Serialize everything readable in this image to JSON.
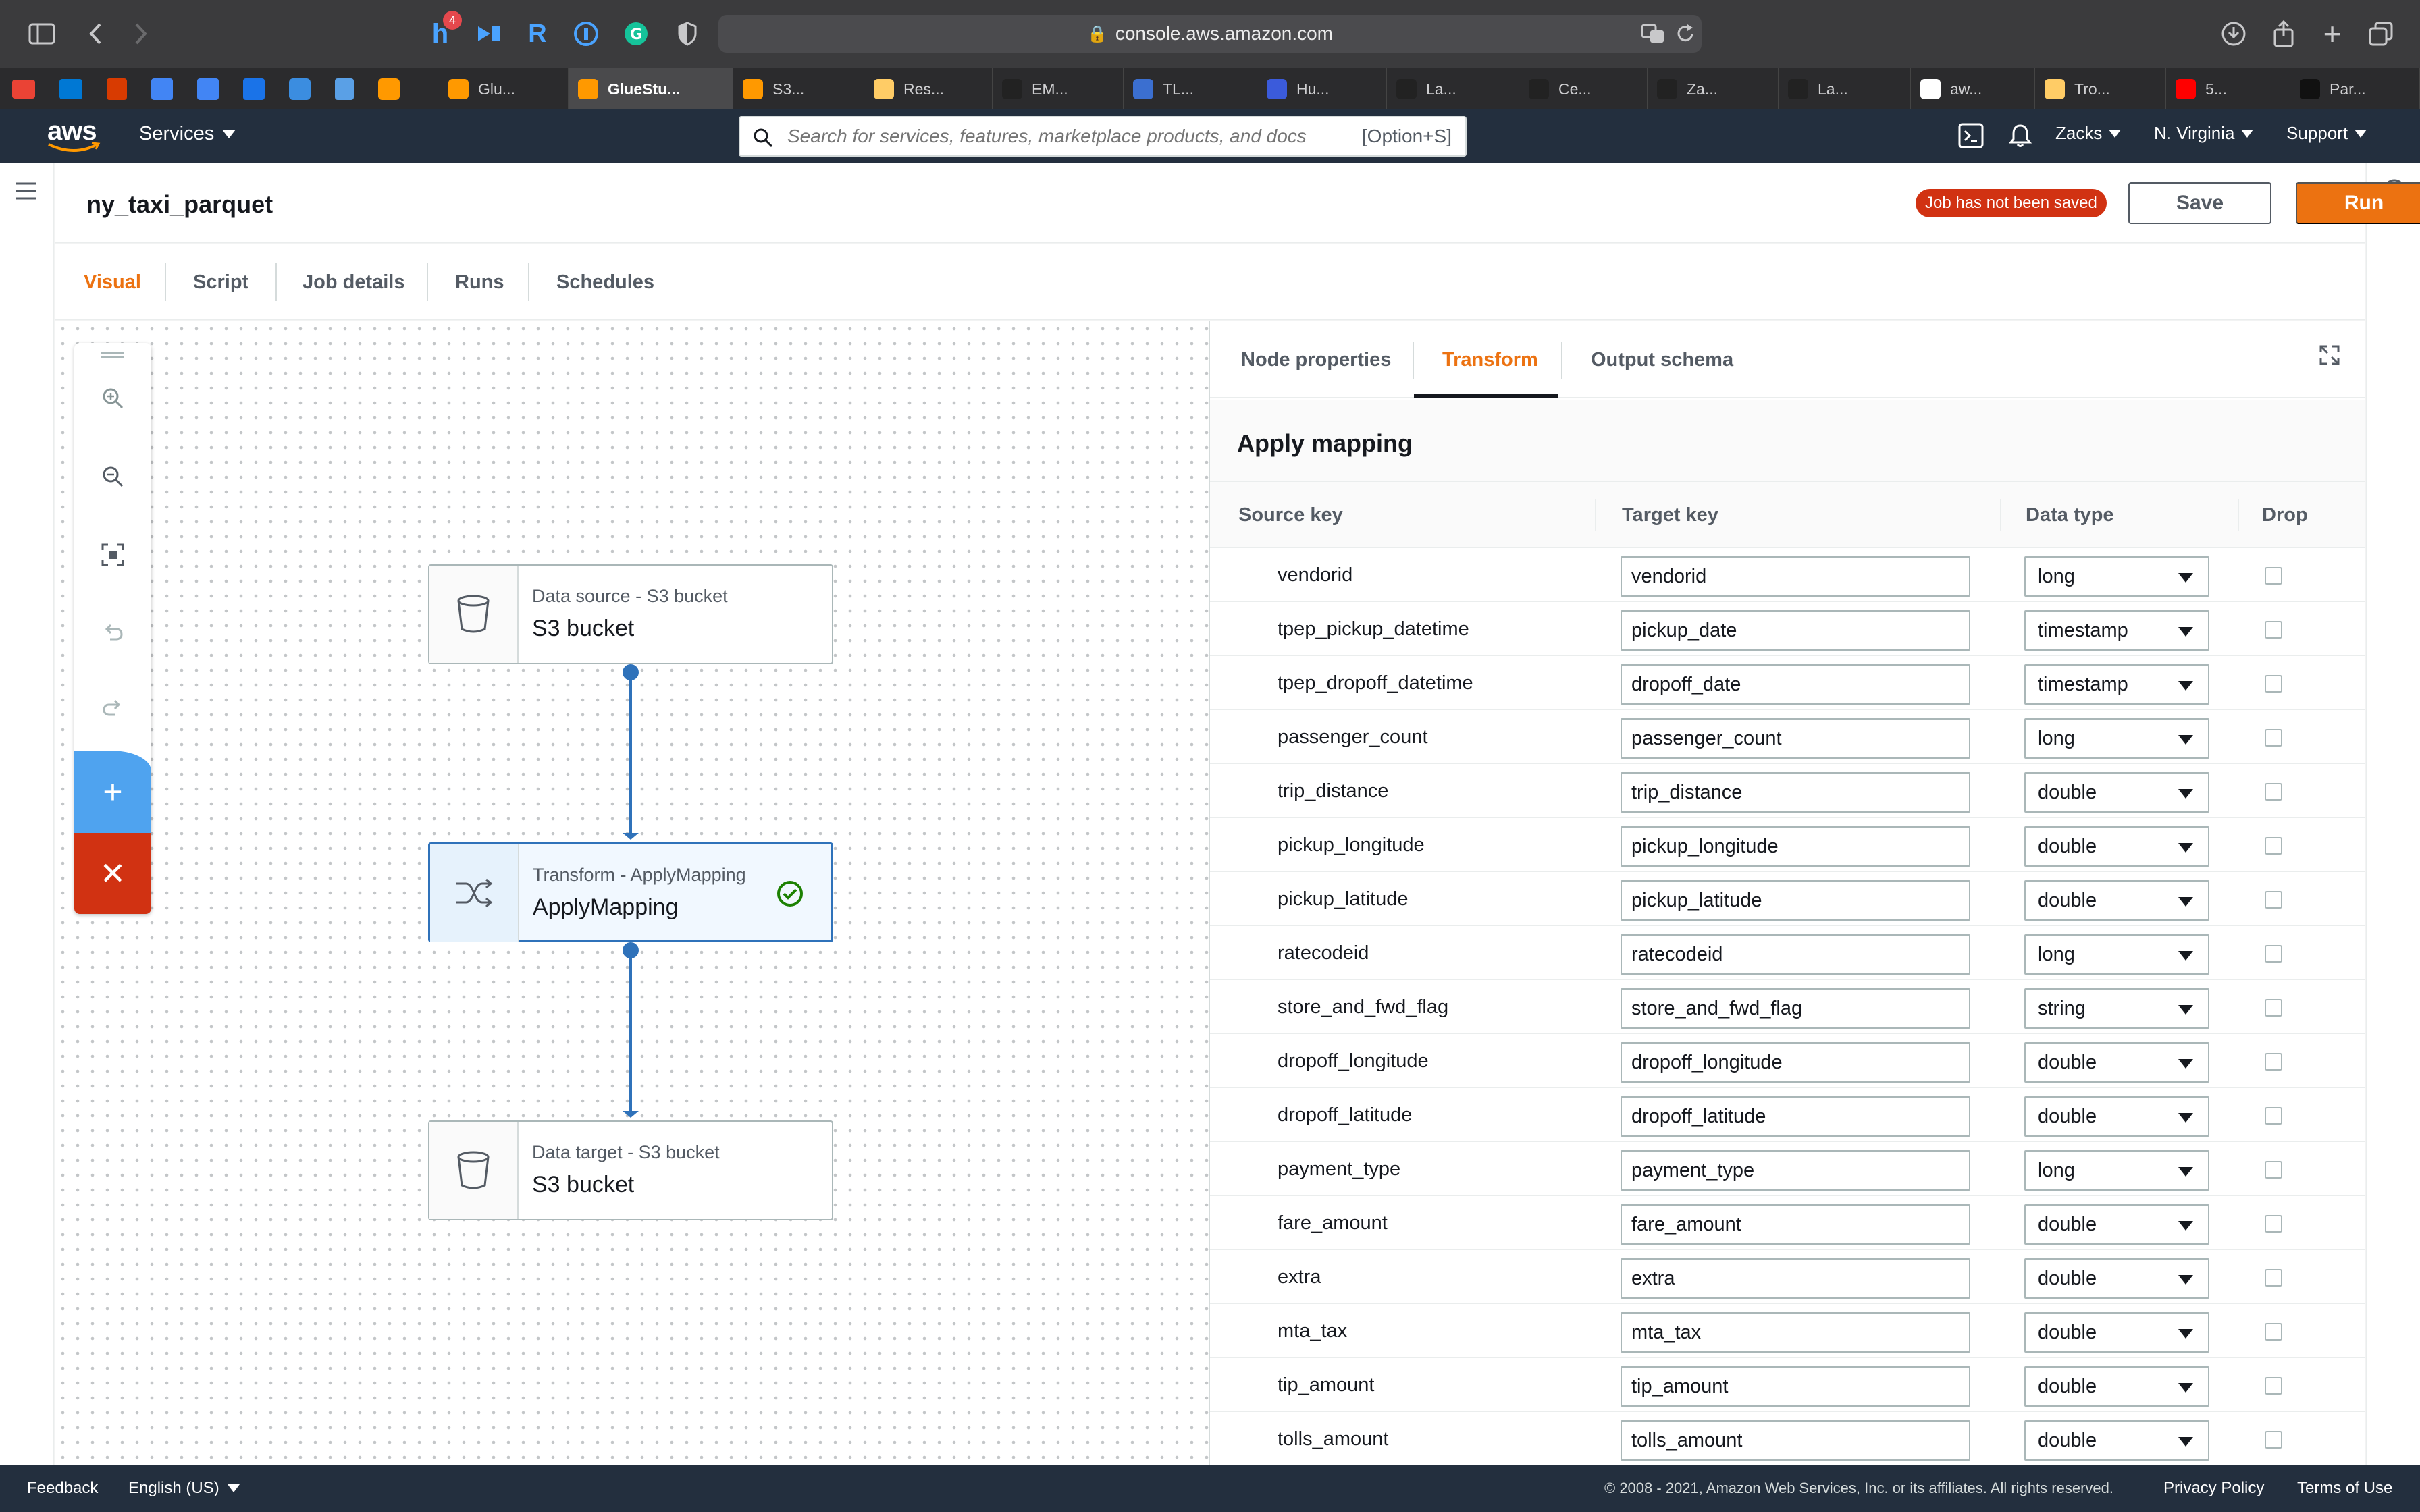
{
  "browser": {
    "url": "console.aws.amazon.com",
    "notification_count": "4",
    "tabs": [
      {
        "label": "Glu...",
        "color": "#ff9900"
      },
      {
        "label": "GlueStu...",
        "color": "#ff9900"
      },
      {
        "label": "S3...",
        "color": "#ff9900"
      },
      {
        "label": "Res...",
        "color": "#ffcc66"
      },
      {
        "label": "EM...",
        "color": "#222222"
      },
      {
        "label": "TL...",
        "color": "#3b6fd0"
      },
      {
        "label": "Hu...",
        "color": "#3b5bdb"
      },
      {
        "label": "La...",
        "color": "#222222"
      },
      {
        "label": "Ce...",
        "color": "#222222"
      },
      {
        "label": "Za...",
        "color": "#222222"
      },
      {
        "label": "La...",
        "color": "#222222"
      },
      {
        "label": "aw...",
        "color": "#ffffff"
      },
      {
        "label": "Tro...",
        "color": "#ffcc66"
      },
      {
        "label": "5...",
        "color": "#ff0000"
      },
      {
        "label": "Par...",
        "color": "#111111"
      }
    ]
  },
  "aws_nav": {
    "logo_text": "aws",
    "services_label": "Services",
    "search_placeholder": "Search for services, features, marketplace products, and docs",
    "search_shortcut": "[Option+S]",
    "user": "Zacks",
    "region": "N. Virginia",
    "support": "Support"
  },
  "job": {
    "title": "ny_taxi_parquet",
    "status_badge": "Job has not been saved",
    "save_label": "Save",
    "run_label": "Run",
    "tabs": [
      "Visual",
      "Script",
      "Job details",
      "Runs",
      "Schedules"
    ]
  },
  "nodes": [
    {
      "type": "Data source - S3 bucket",
      "name": "S3 bucket"
    },
    {
      "type": "Transform - ApplyMapping",
      "name": "ApplyMapping"
    },
    {
      "type": "Data target - S3 bucket",
      "name": "S3 bucket"
    }
  ],
  "panel": {
    "tabs": [
      "Node properties",
      "Transform",
      "Output schema"
    ],
    "section_title": "Apply mapping",
    "columns": [
      "Source key",
      "Target key",
      "Data type",
      "Drop"
    ],
    "rows": [
      {
        "source": "vendorid",
        "target": "vendorid",
        "type": "long"
      },
      {
        "source": "tpep_pickup_datetime",
        "target": "pickup_date",
        "type": "timestamp"
      },
      {
        "source": "tpep_dropoff_datetime",
        "target": "dropoff_date",
        "type": "timestamp"
      },
      {
        "source": "passenger_count",
        "target": "passenger_count",
        "type": "long"
      },
      {
        "source": "trip_distance",
        "target": "trip_distance",
        "type": "double"
      },
      {
        "source": "pickup_longitude",
        "target": "pickup_longitude",
        "type": "double"
      },
      {
        "source": "pickup_latitude",
        "target": "pickup_latitude",
        "type": "double"
      },
      {
        "source": "ratecodeid",
        "target": "ratecodeid",
        "type": "long"
      },
      {
        "source": "store_and_fwd_flag",
        "target": "store_and_fwd_flag",
        "type": "string"
      },
      {
        "source": "dropoff_longitude",
        "target": "dropoff_longitude",
        "type": "double"
      },
      {
        "source": "dropoff_latitude",
        "target": "dropoff_latitude",
        "type": "double"
      },
      {
        "source": "payment_type",
        "target": "payment_type",
        "type": "long"
      },
      {
        "source": "fare_amount",
        "target": "fare_amount",
        "type": "double"
      },
      {
        "source": "extra",
        "target": "extra",
        "type": "double"
      },
      {
        "source": "mta_tax",
        "target": "mta_tax",
        "type": "double"
      },
      {
        "source": "tip_amount",
        "target": "tip_amount",
        "type": "double"
      },
      {
        "source": "tolls_amount",
        "target": "tolls_amount",
        "type": "double"
      }
    ]
  },
  "footer": {
    "feedback": "Feedback",
    "language": "English (US)",
    "copyright": "© 2008 - 2021, Amazon Web Services, Inc. or its affiliates. All rights reserved.",
    "privacy": "Privacy Policy",
    "terms": "Terms of Use"
  },
  "colors": {
    "accent": "#ec7211",
    "nav_bg": "#232f3e",
    "selected_border": "#2f72ba",
    "danger": "#d13212",
    "add": "#4fa3ef"
  }
}
